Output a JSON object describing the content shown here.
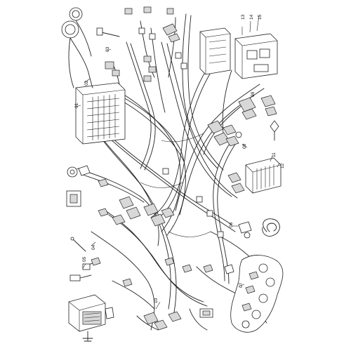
{
  "callouts": {
    "c01": "01",
    "c02": "02",
    "c03": "03",
    "c04": "04",
    "c05": "05",
    "c06": "06",
    "c07": "07",
    "c08": "08",
    "c09": "09",
    "c10": "10",
    "c11": "11",
    "c12": "12",
    "c13": "13",
    "c14": "14",
    "c15": "15"
  }
}
